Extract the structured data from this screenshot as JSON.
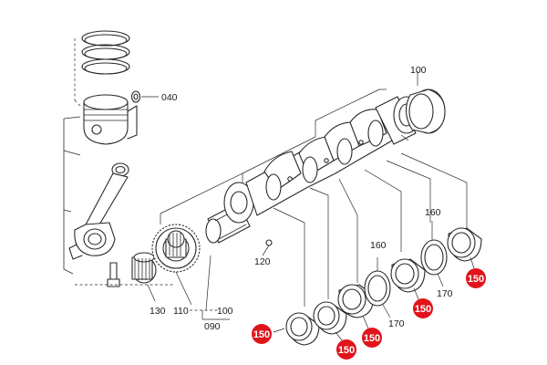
{
  "callouts": {
    "c040": "040",
    "c100_top": "100",
    "c120": "120",
    "c130": "130",
    "c110": "110",
    "c100_bottom": "100",
    "c090": "090",
    "c160_left": "160",
    "c160_right": "160",
    "c170_left": "170",
    "c170_right": "170",
    "c150": "150"
  },
  "colors": {
    "line": "#2a2a2a",
    "highlight": "#e1141b",
    "highlight_text": "#ffffff"
  }
}
